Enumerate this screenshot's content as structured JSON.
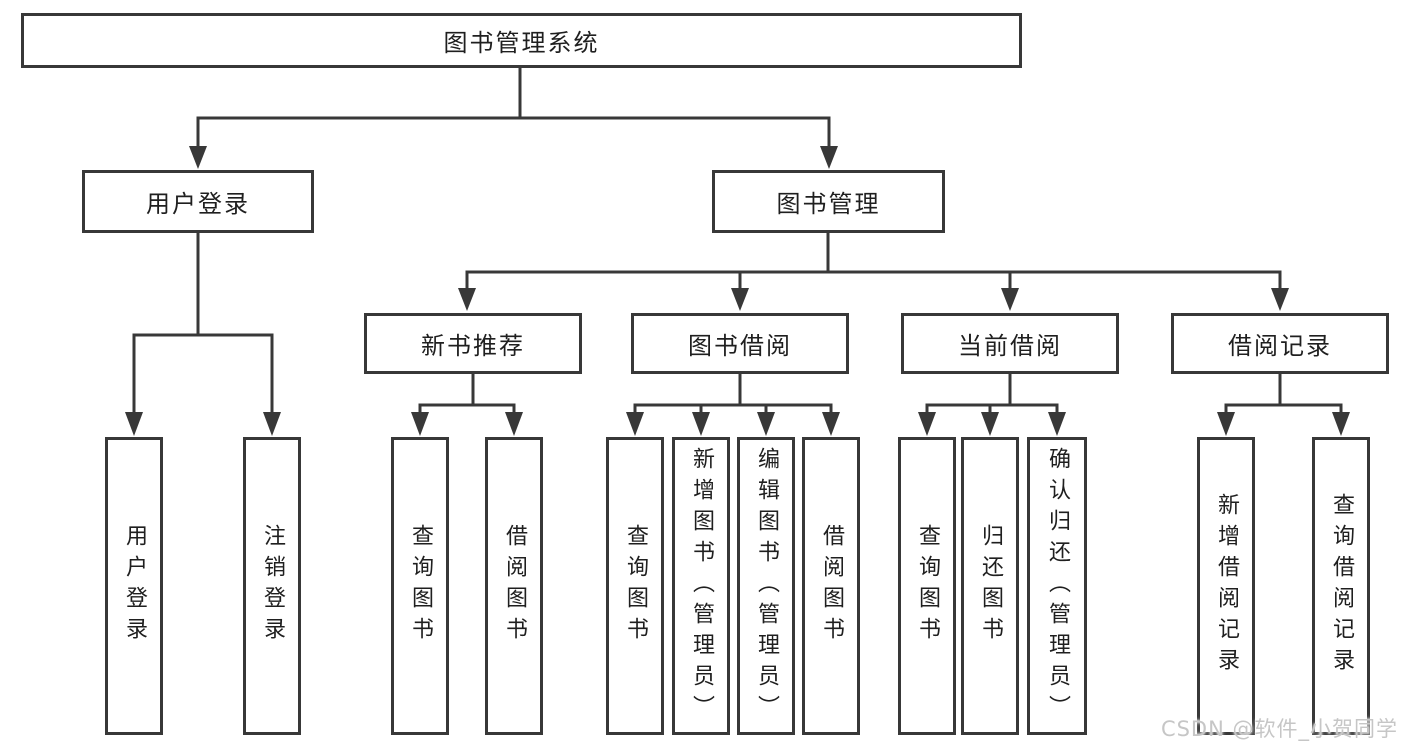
{
  "diagram_type": "hierarchy-tree",
  "colors": {
    "background": "#ffffff",
    "line": "#383838",
    "box_border": "#383838",
    "text": "#1f1f1f",
    "watermark": "#c6c6c6"
  },
  "watermark": {
    "text": "CSDN @软件_小贺同学"
  },
  "tree": {
    "label": "图书管理系统",
    "children": [
      {
        "label": "用户登录",
        "children": [
          {
            "label": "用户登录"
          },
          {
            "label": "注销登录"
          }
        ]
      },
      {
        "label": "图书管理",
        "children": [
          {
            "label": "新书推荐",
            "children": [
              {
                "label": "查询图书"
              },
              {
                "label": "借阅图书"
              }
            ]
          },
          {
            "label": "图书借阅",
            "children": [
              {
                "label": "查询图书"
              },
              {
                "label": "新增图书（管理员）"
              },
              {
                "label": "编辑图书（管理员）"
              },
              {
                "label": "借阅图书"
              }
            ]
          },
          {
            "label": "当前借阅",
            "children": [
              {
                "label": "查询图书"
              },
              {
                "label": "归还图书"
              },
              {
                "label": "确认归还（管理员）"
              }
            ]
          },
          {
            "label": "借阅记录",
            "children": [
              {
                "label": "新增借阅记录"
              },
              {
                "label": "查询借阅记录"
              }
            ]
          }
        ]
      }
    ]
  }
}
